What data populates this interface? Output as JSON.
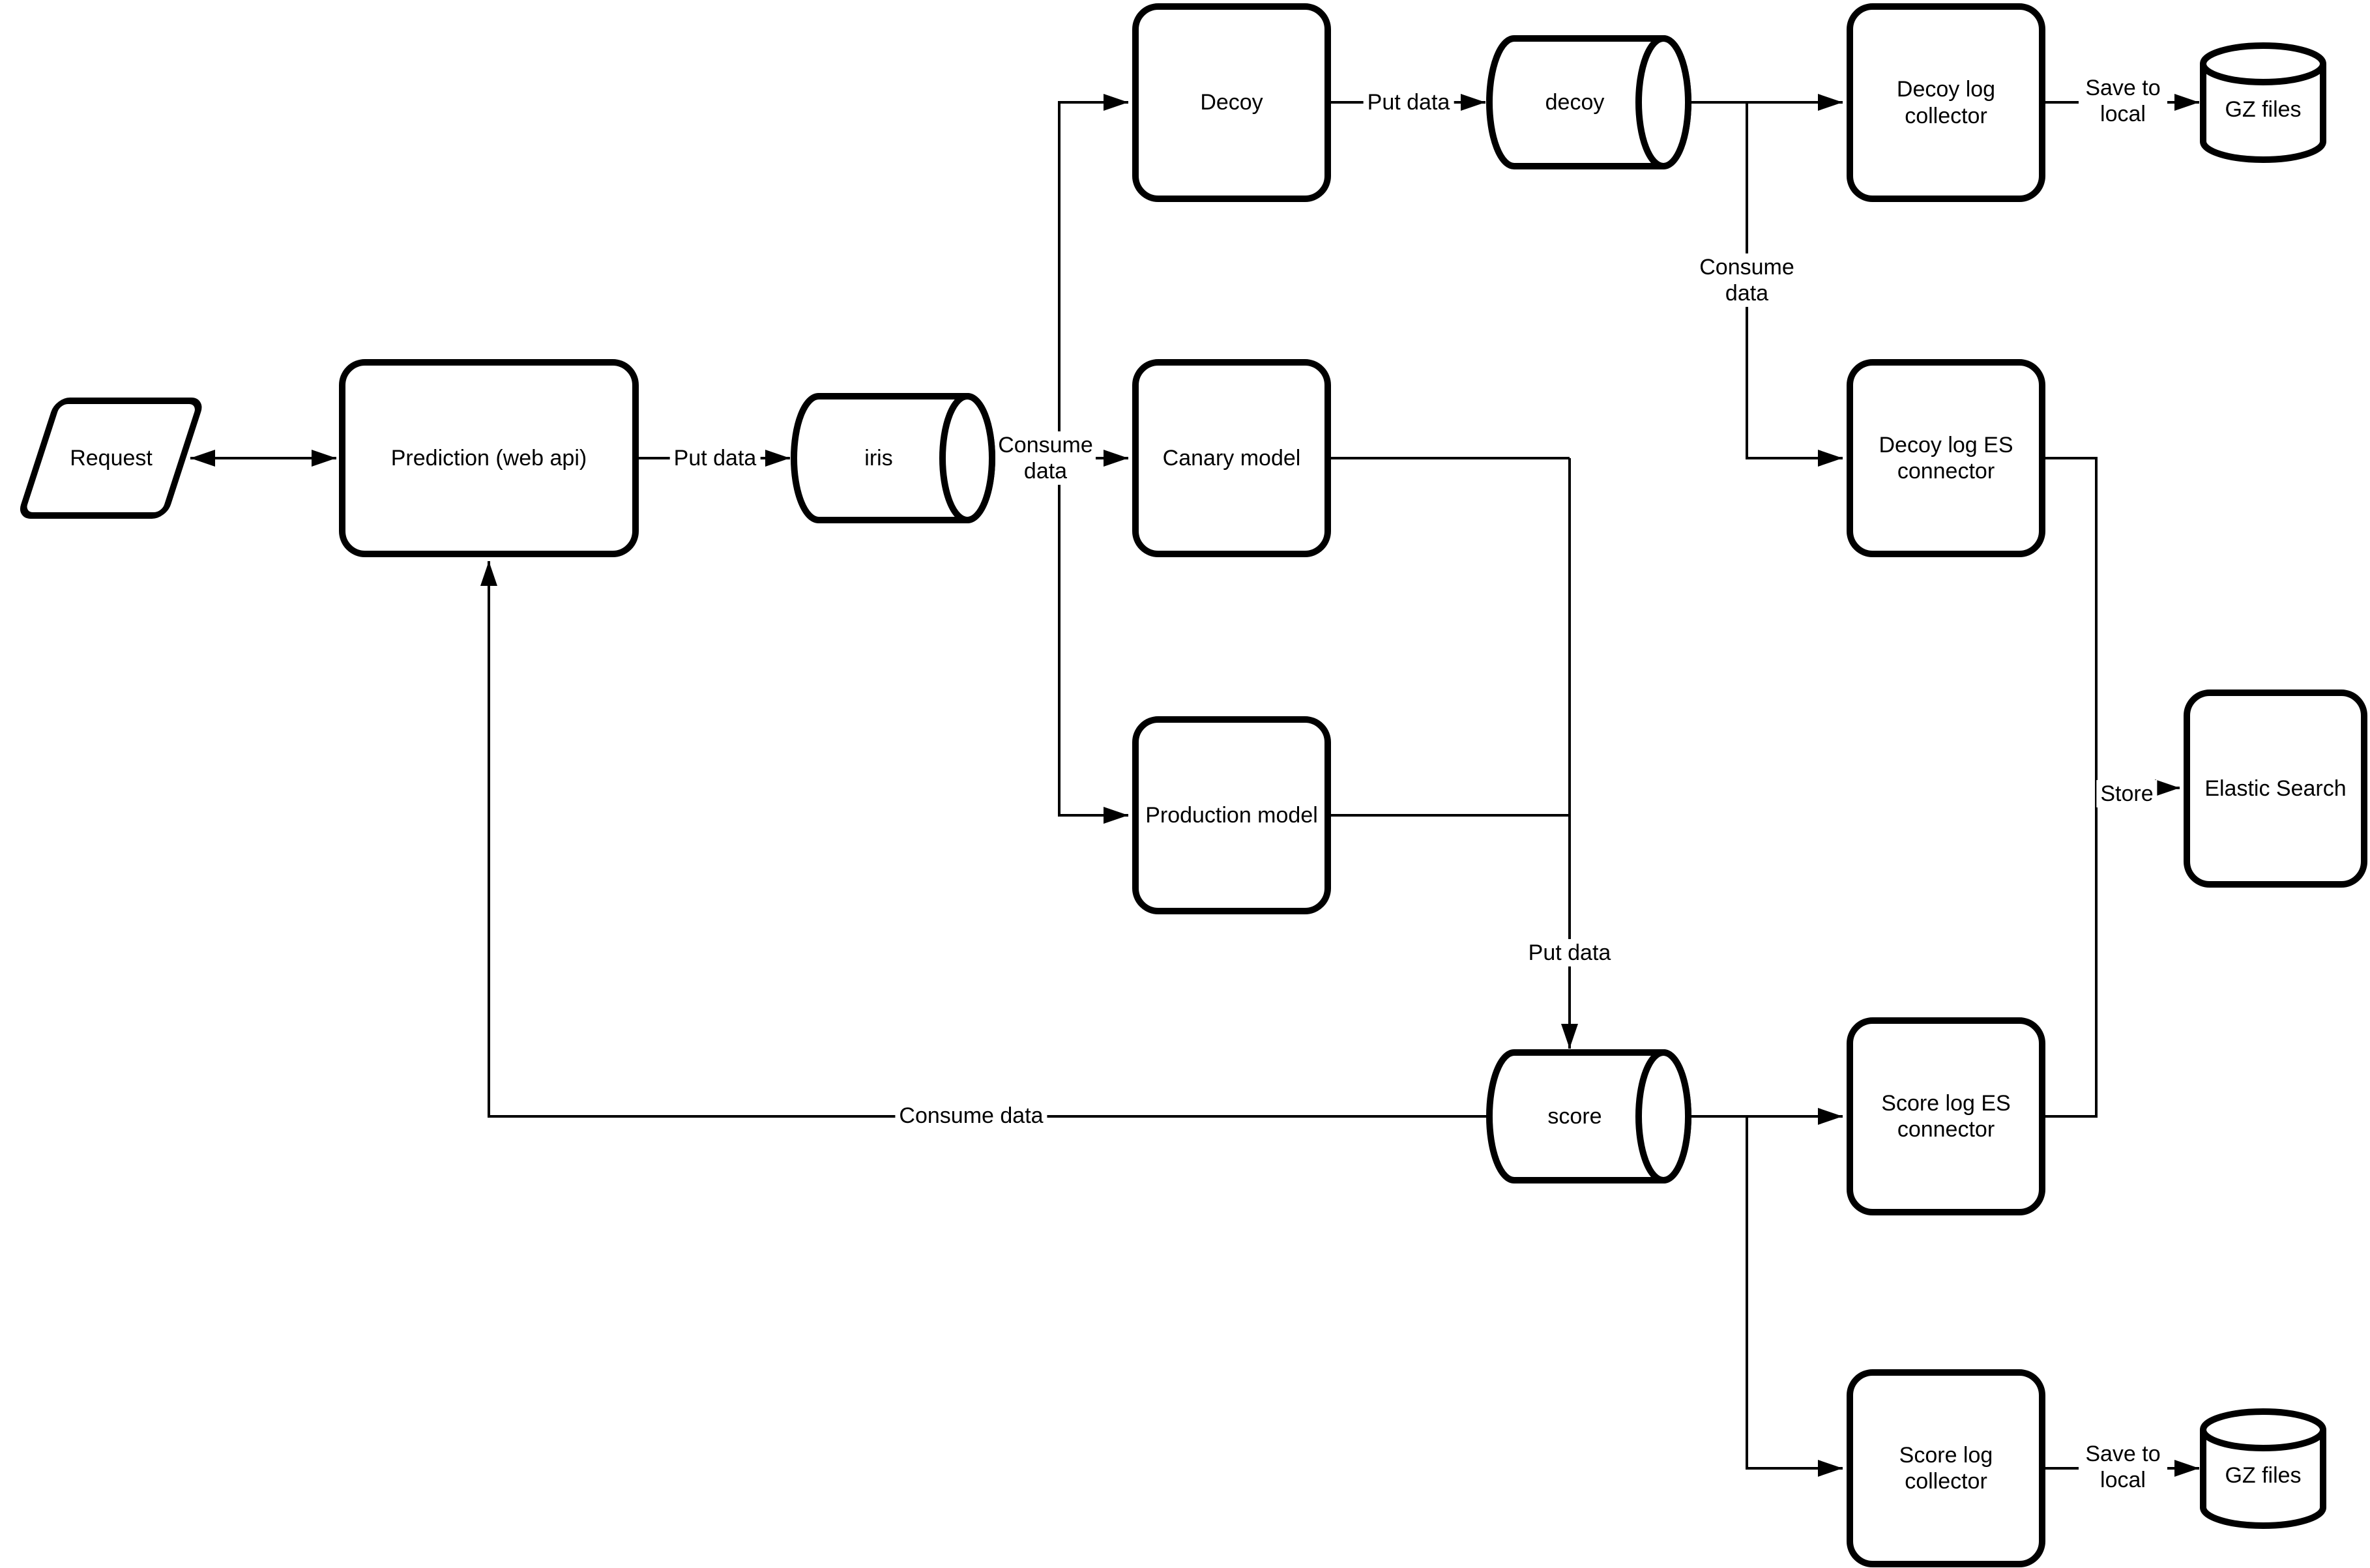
{
  "diagram": {
    "nodes": {
      "request": {
        "label": "Request"
      },
      "prediction": {
        "label": "Prediction (web api)"
      },
      "iris": {
        "label": "iris"
      },
      "decoy_model": {
        "label": "Decoy"
      },
      "decoy_topic": {
        "label": "decoy"
      },
      "decoy_log_collector": {
        "label": "Decoy log collector"
      },
      "gz_files_top": {
        "label": "GZ files"
      },
      "canary_model": {
        "label": "Canary model"
      },
      "production_model": {
        "label": "Production model"
      },
      "decoy_log_es": {
        "label": "Decoy log ES connector"
      },
      "elastic_search": {
        "label": "Elastic Search"
      },
      "score_topic": {
        "label": "score"
      },
      "score_log_es": {
        "label": "Score log ES connector"
      },
      "score_log_collector": {
        "label": "Score log collector"
      },
      "gz_files_bottom": {
        "label": "GZ files"
      }
    },
    "edge_labels": {
      "put_data_iris": "Put data",
      "consume_data_models": "Consume data",
      "put_data_decoy": "Put data",
      "save_to_local_top": "Save to local",
      "consume_data_decoy_log": "Consume data",
      "store": "Store",
      "put_data_score": "Put data",
      "consume_data_prediction": "Consume data",
      "save_to_local_bottom": "Save to local"
    },
    "colors": {
      "stroke": "#000000",
      "fill": "#ffffff",
      "background": "#ffffff"
    }
  }
}
